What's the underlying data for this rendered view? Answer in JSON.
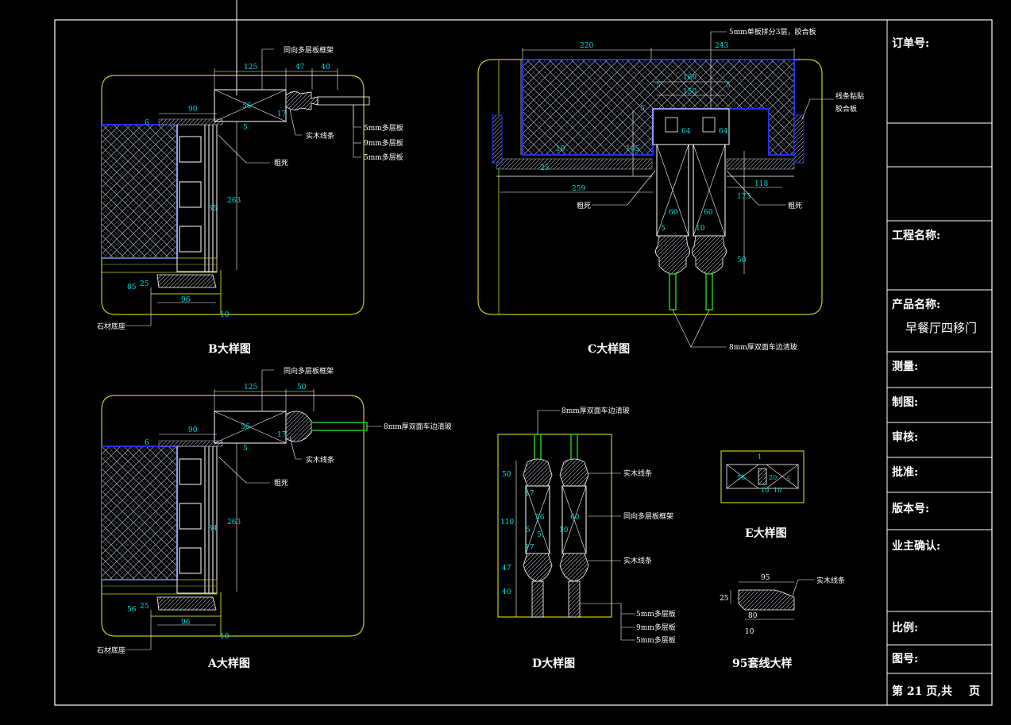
{
  "title_block": {
    "order_no": "订单号:",
    "project_name": "工程名称:",
    "product_name": "产品名称:",
    "product_value": "早餐厅四移门",
    "survey": "测量:",
    "drawn": "制图:",
    "checked": "审核:",
    "approved": "批准:",
    "version": "版本号:",
    "owner_confirm": "业主确认:",
    "scale": "比例:",
    "drawing_no": "图号:",
    "page_prefix": "第",
    "page_no": "21",
    "page_suffix": "页,共",
    "page_total_suffix": "页"
  },
  "views": {
    "b_top": {
      "caption": "B大样图",
      "dims": [
        "125",
        "47",
        "40",
        "90",
        "6",
        "56",
        "5",
        "17",
        "263",
        "35",
        "85",
        "25",
        "96",
        "10"
      ],
      "labels": {
        "frame": "同向多层板框架",
        "wood_line": "实木线条",
        "ply5a": "5mm多层板",
        "ply9": "9mm多层板",
        "ply5b": "5mm多层板",
        "fixed": "粗死",
        "stone_base": "石材底座"
      }
    },
    "c": {
      "caption": "C大样图",
      "dims": [
        "220",
        "243",
        "160",
        "150",
        "5",
        "5",
        "5",
        "64",
        "64",
        "10",
        "105",
        "25",
        "259",
        "118",
        "175",
        "50",
        "60",
        "60",
        "10",
        "5"
      ],
      "labels": {
        "top_note": "5mm单板拼分3层，胶合板",
        "right_note1": "线条粘贴",
        "right_note2": "胶合板",
        "fixed_left": "粗死",
        "fixed_right": "粗死",
        "glass": "8mm厚双面车边清玻"
      }
    },
    "a": {
      "caption": "A大样图",
      "dims": [
        "125",
        "50",
        "90",
        "6",
        "56",
        "5",
        "17",
        "263",
        "34",
        "56",
        "25",
        "96",
        "10"
      ],
      "labels": {
        "frame": "同向多层板框架",
        "glass": "8mm厚双面车边清玻",
        "wood_line": "实木线条",
        "fixed": "粗死",
        "stone_base": "石材底座"
      }
    },
    "d": {
      "caption": "D大样图",
      "dims": [
        "50",
        "110",
        "47",
        "40",
        "17",
        "56",
        "5",
        "17",
        "60",
        "10",
        "5"
      ],
      "labels": {
        "glass": "8mm厚双面车边清玻",
        "wood_line1": "实木线条",
        "frame": "同向多层板框架",
        "wood_line2": "实木线条",
        "ply5a": "5mm多层板",
        "ply9": "9mm多层板",
        "ply5b": "5mm多层板"
      }
    },
    "e": {
      "caption": "E大样图",
      "dims": [
        "1",
        "56",
        "5",
        "10",
        "20",
        "10"
      ]
    },
    "trim": {
      "caption": "95套线大样",
      "dims": [
        "95",
        "25",
        "80",
        "10"
      ],
      "labels": {
        "wood_line": "实木线条"
      }
    }
  },
  "colors": {
    "background": "#000000",
    "frame_line": "#ffffff",
    "outline": "#c8c820",
    "hatch": "#9aa0a8",
    "dimension": "#00e0e0",
    "text": "#ffffff",
    "blue_edge": "#2030ff",
    "glass_green": "#1ec81e"
  }
}
